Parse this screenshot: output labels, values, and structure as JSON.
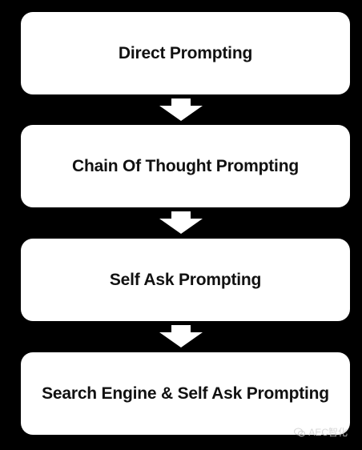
{
  "diagram": {
    "steps": [
      {
        "label": "Direct Prompting"
      },
      {
        "label": "Chain Of Thought Prompting"
      },
      {
        "label": "Self Ask Prompting"
      },
      {
        "label": "Search Engine & Self Ask Prompting"
      }
    ],
    "colors": {
      "background": "#000000",
      "box": "#ffffff",
      "text": "#111111",
      "arrow": "#ffffff"
    }
  },
  "watermark": {
    "text": "AEC智化",
    "icon": "wechat-icon"
  }
}
